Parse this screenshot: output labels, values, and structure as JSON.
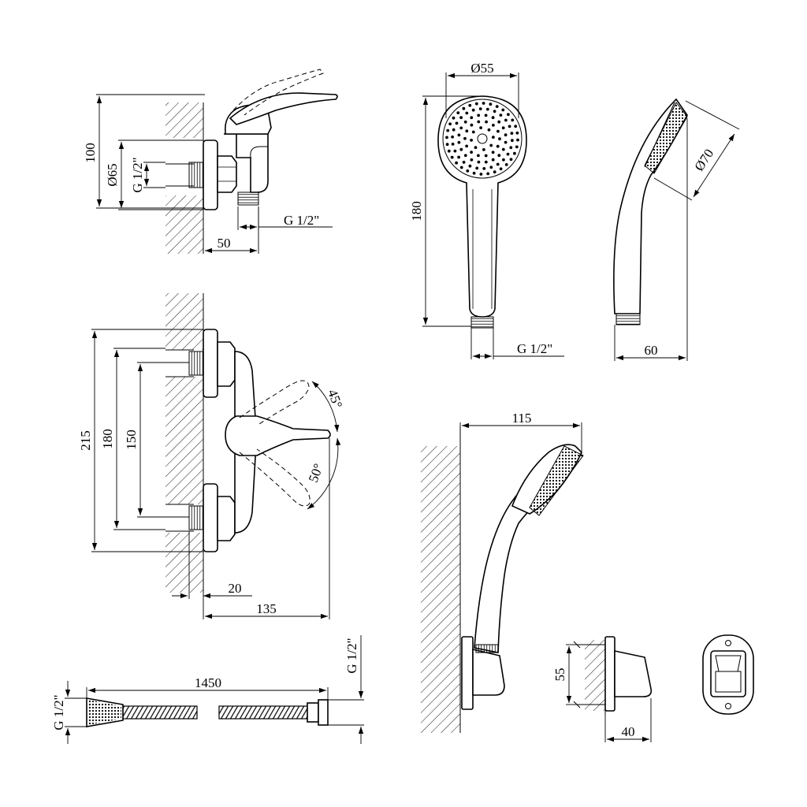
{
  "mixer_side": {
    "height_100": "100",
    "diameter_65": "Ø65",
    "thread_inlet": "G 1/2\"",
    "thread_outlet": "G 1/2\"",
    "depth_50": "50"
  },
  "mixer_front": {
    "height_215": "215",
    "height_180": "180",
    "height_150": "150",
    "angle_up": "45°",
    "angle_down": "50°",
    "offset_20": "20",
    "depth_135": "135"
  },
  "hand_shower": {
    "diameter_55": "Ø55",
    "length_180": "180",
    "thread": "G 1/2\"",
    "diameter_70": "Ø70",
    "depth_60": "60"
  },
  "mounted_view": {
    "reach_115": "115"
  },
  "holder": {
    "height_55": "55",
    "depth_40": "40"
  },
  "hose": {
    "length_1450": "1450",
    "thread_left": "G 1/2\"",
    "thread_right": "G 1/2\""
  }
}
